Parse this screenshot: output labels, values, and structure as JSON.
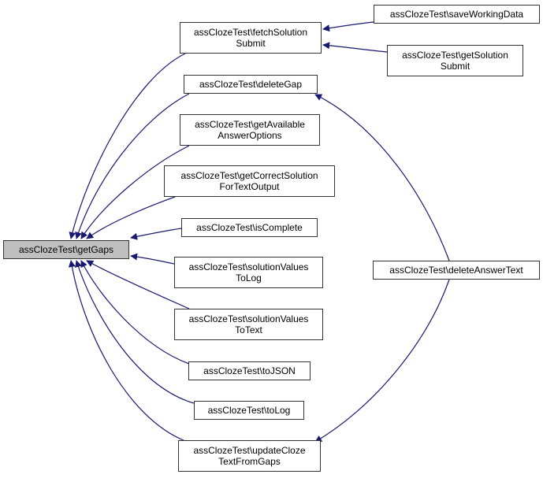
{
  "diagram": {
    "type": "call-graph",
    "edge_color": "#191970",
    "root_fill": "#bfbfbf",
    "nodes": [
      {
        "id": "getGaps",
        "label": "assClozeTest\\getGaps",
        "root": true
      },
      {
        "id": "fetchSolutionSubmit",
        "label": "assClozeTest\\fetchSolution\nSubmit"
      },
      {
        "id": "deleteGap",
        "label": "assClozeTest\\deleteGap"
      },
      {
        "id": "getAvailableAnswerOptions",
        "label": "assClozeTest\\getAvailable\nAnswerOptions"
      },
      {
        "id": "getCorrectSolutionForTextOutput",
        "label": "assClozeTest\\getCorrectSolution\nForTextOutput"
      },
      {
        "id": "isComplete",
        "label": "assClozeTest\\isComplete"
      },
      {
        "id": "solutionValuesToLog",
        "label": "assClozeTest\\solutionValues\nToLog"
      },
      {
        "id": "solutionValuesToText",
        "label": "assClozeTest\\solutionValues\nToText"
      },
      {
        "id": "toJSON",
        "label": "assClozeTest\\toJSON"
      },
      {
        "id": "toLog",
        "label": "assClozeTest\\toLog"
      },
      {
        "id": "updateClozeTextFromGaps",
        "label": "assClozeTest\\updateCloze\nTextFromGaps"
      },
      {
        "id": "saveWorkingData",
        "label": "assClozeTest\\saveWorkingData"
      },
      {
        "id": "getSolutionSubmit",
        "label": "assClozeTest\\getSolution\nSubmit"
      },
      {
        "id": "deleteAnswerText",
        "label": "assClozeTest\\deleteAnswerText"
      }
    ],
    "edges": [
      {
        "from": "fetchSolutionSubmit",
        "to": "getGaps"
      },
      {
        "from": "deleteGap",
        "to": "getGaps"
      },
      {
        "from": "getAvailableAnswerOptions",
        "to": "getGaps"
      },
      {
        "from": "getCorrectSolutionForTextOutput",
        "to": "getGaps"
      },
      {
        "from": "isComplete",
        "to": "getGaps"
      },
      {
        "from": "solutionValuesToLog",
        "to": "getGaps"
      },
      {
        "from": "solutionValuesToText",
        "to": "getGaps"
      },
      {
        "from": "toJSON",
        "to": "getGaps"
      },
      {
        "from": "toLog",
        "to": "getGaps"
      },
      {
        "from": "updateClozeTextFromGaps",
        "to": "getGaps"
      },
      {
        "from": "saveWorkingData",
        "to": "fetchSolutionSubmit"
      },
      {
        "from": "getSolutionSubmit",
        "to": "fetchSolutionSubmit"
      },
      {
        "from": "deleteAnswerText",
        "to": "deleteGap"
      },
      {
        "from": "deleteAnswerText",
        "to": "updateClozeTextFromGaps"
      }
    ]
  }
}
